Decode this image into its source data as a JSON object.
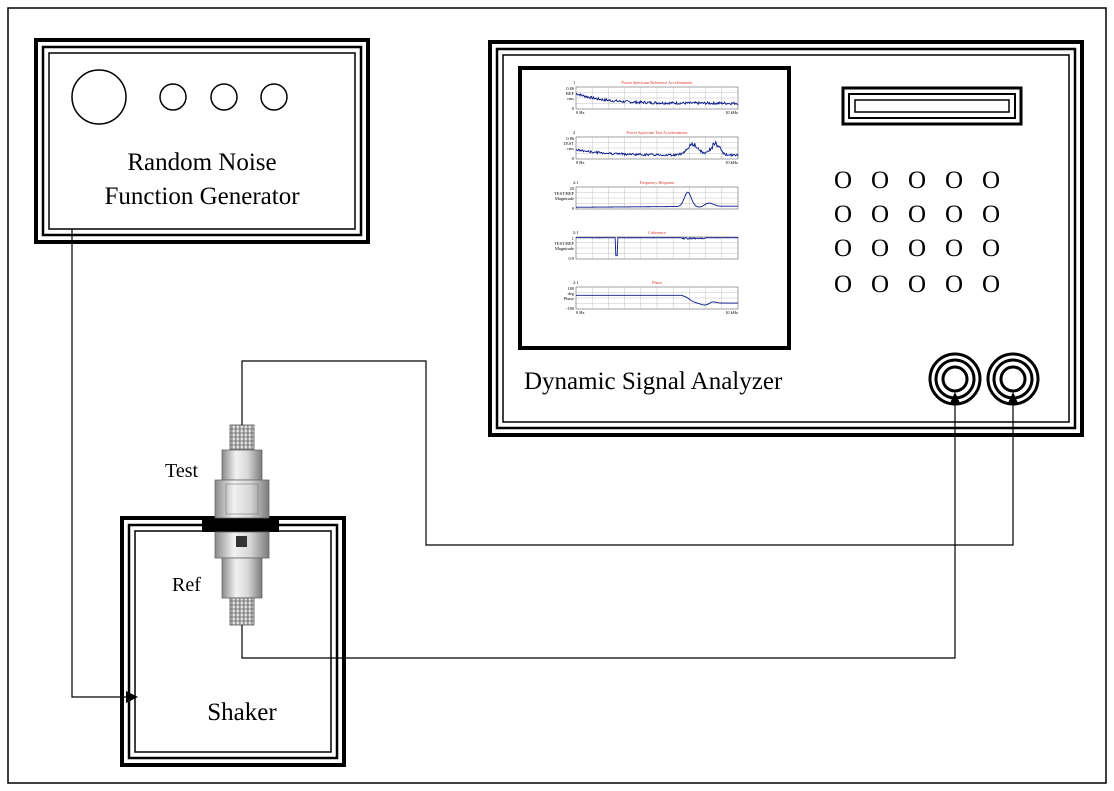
{
  "generator": {
    "title_line1": "Random Noise",
    "title_line2": "Function Generator"
  },
  "analyzer": {
    "title": "Dynamic Signal Analyzer",
    "button_glyph": "O",
    "plots": [
      {
        "index": "1",
        "title": "Power Spectrum Reference Accelerometer",
        "y_top": "0.86",
        "y_label": "REF",
        "y_unit": "rms",
        "y_bottom": "0",
        "x_start": "0 Hz",
        "x_end": "10 kHz",
        "trace": "noise",
        "peaks": []
      },
      {
        "index": "2",
        "title": "Power Spectrum Test Accelerometer",
        "y_top": "0.86",
        "y_label": "TEST",
        "y_unit": "rms",
        "y_bottom": "0",
        "x_start": "0 Hz",
        "x_end": "10 kHz",
        "trace": "noise-peaks",
        "peaks": []
      },
      {
        "index": "2:1",
        "title": "Frequency Response",
        "y_top": "20",
        "y_label": "TEST/REF",
        "y_unit": "Magnitude",
        "y_bottom": "0",
        "x_start": "",
        "x_end": "",
        "trace": "resonance",
        "peaks": []
      },
      {
        "index": "2:1",
        "title": "Coherence",
        "y_top": "1",
        "y_label": "TEST/REF",
        "y_unit": "Magnitude",
        "y_bottom": "0.9",
        "x_start": "",
        "x_end": "",
        "trace": "coherence",
        "peaks": []
      },
      {
        "index": "2:1",
        "title": "Phase",
        "y_top": "180",
        "y_label": "deg",
        "y_unit": "Phase",
        "y_bottom": "-180",
        "x_start": "0 Hz",
        "x_end": "10 kHz",
        "trace": "phase",
        "peaks": []
      }
    ]
  },
  "accelerometers": {
    "test_label": "Test",
    "ref_label": "Ref"
  },
  "shaker": {
    "label": "Shaker"
  }
}
